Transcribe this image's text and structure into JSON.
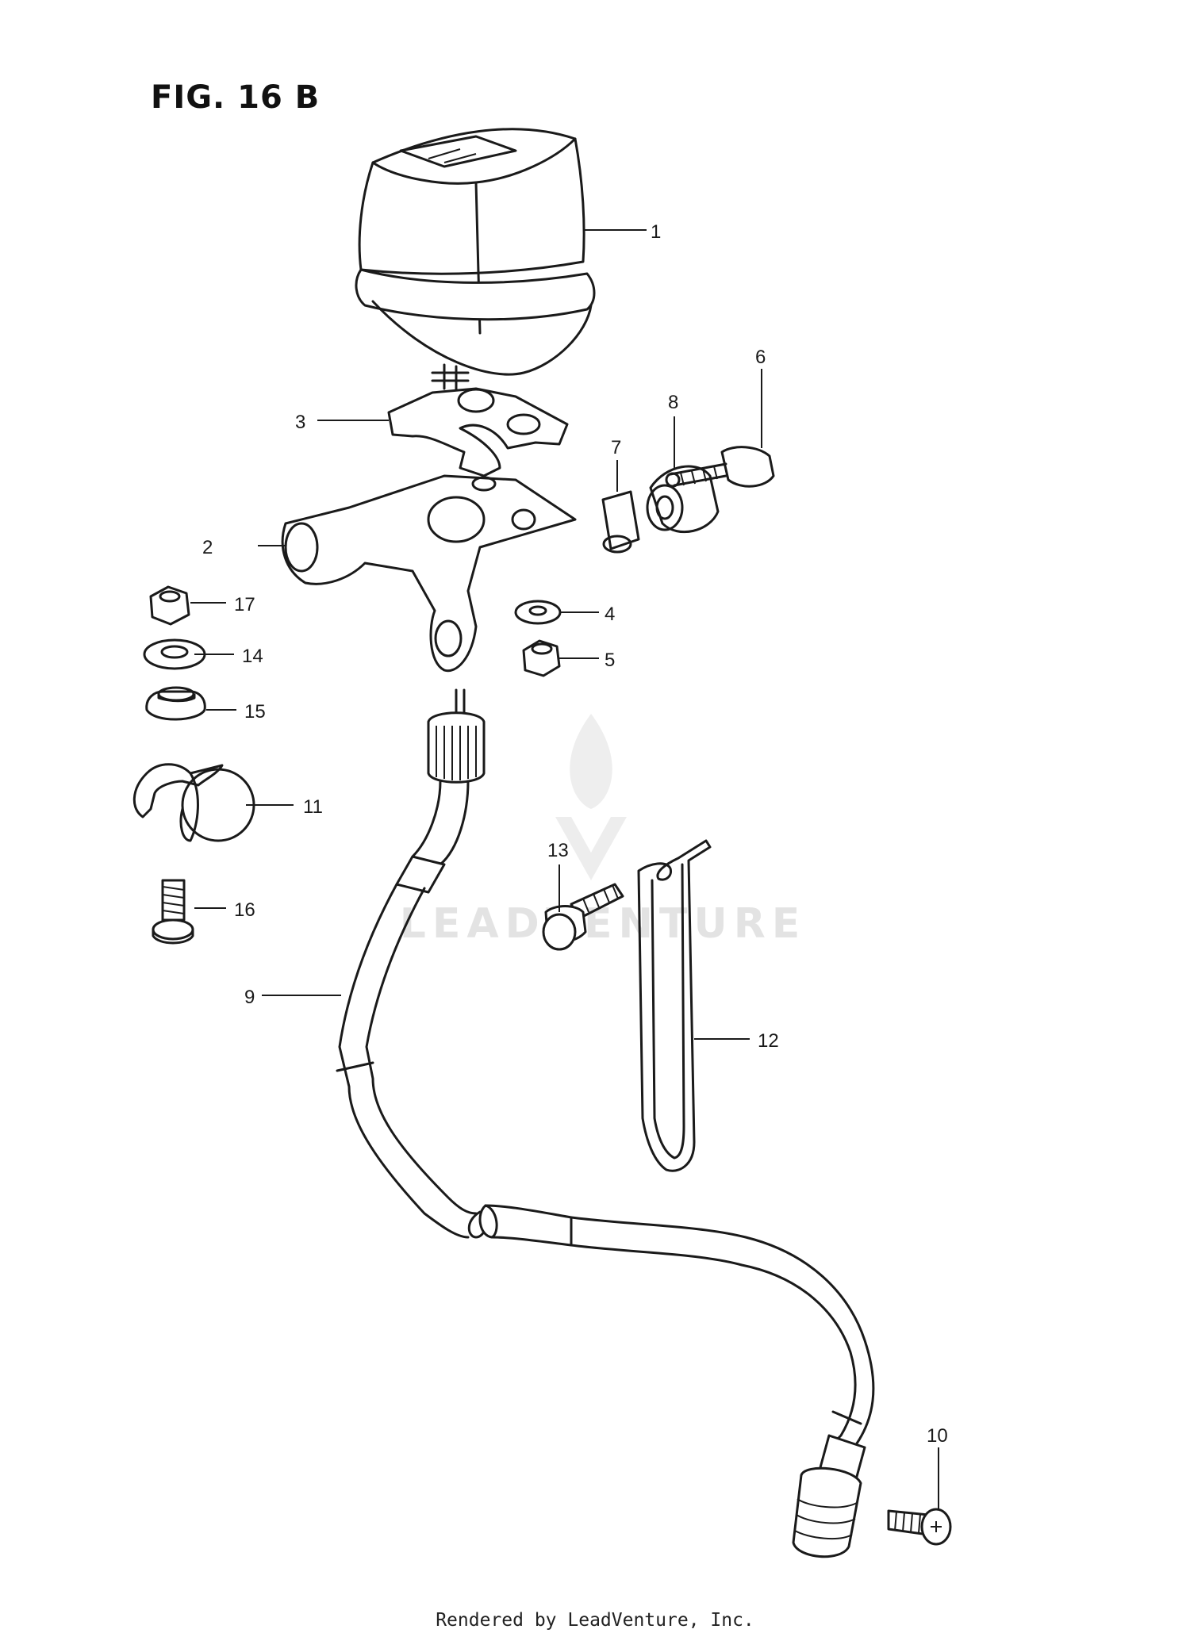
{
  "figure": {
    "title": "FIG. 16 B",
    "footer": "Rendered by LeadVenture, Inc.",
    "watermark": "LEADVENTURE"
  },
  "callouts": [
    "1",
    "2",
    "3",
    "4",
    "5",
    "6",
    "7",
    "8",
    "9",
    "10",
    "11",
    "12",
    "13",
    "14",
    "15",
    "16",
    "17"
  ]
}
